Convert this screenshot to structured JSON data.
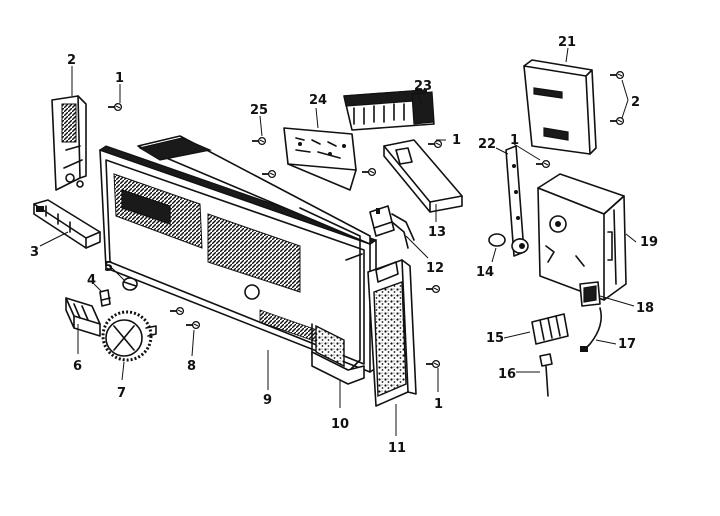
{
  "diagram": {
    "colors": {
      "ink": "#111111",
      "paper": "#ffffff"
    },
    "callouts": [
      "1",
      "2",
      "3",
      "4",
      "5",
      "6",
      "7",
      "8",
      "9",
      "10",
      "11",
      "12",
      "13",
      "14",
      "15",
      "16",
      "17",
      "18",
      "19",
      "21",
      "22",
      "23",
      "24",
      "25"
    ]
  }
}
